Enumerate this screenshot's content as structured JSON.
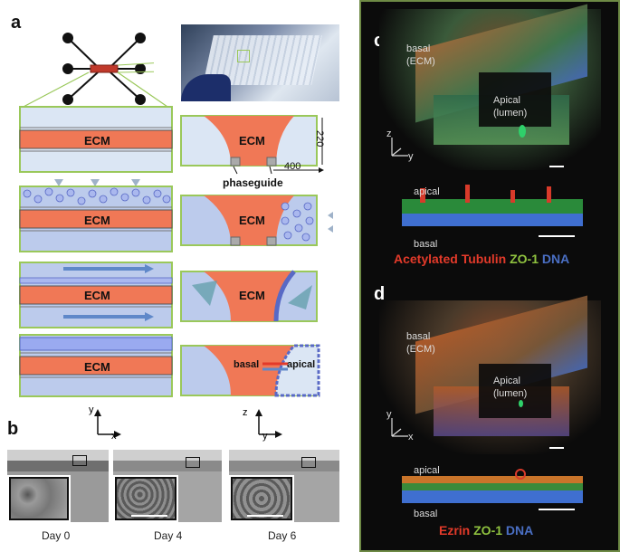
{
  "panels": {
    "a": "a",
    "b": "b",
    "c": "c",
    "d": "d"
  },
  "schematic": {
    "ecm": "ECM",
    "dim_height": "220",
    "dim_width": "400",
    "phaseguide": "phaseguide",
    "basal": "basal",
    "apical": "apical"
  },
  "axes_a": {
    "left_v": "y",
    "left_h": "x",
    "right_v": "z",
    "right_h": "y"
  },
  "panel_b": {
    "days": [
      "Day 0",
      "Day 4",
      "Day 6"
    ]
  },
  "panel_c": {
    "basal": "basal",
    "ecm": "(ECM)",
    "apical": "Apical",
    "lumen": "(lumen)",
    "axis_v": "z",
    "axis_h": "y",
    "sub_apical": "apical",
    "sub_basal": "basal",
    "stain1": "Acetylated Tubulin",
    "stain2": "ZO-1",
    "stain3": "DNA"
  },
  "panel_d": {
    "basal": "basal",
    "ecm": "(ECM)",
    "apical": "Apical",
    "lumen": "(lumen)",
    "axis_v": "y",
    "axis_h": "x",
    "sub_apical": "apical",
    "sub_basal": "basal",
    "stain1": "Ezrin",
    "stain2": "ZO-1",
    "stain3": "DNA"
  },
  "colors": {
    "ecm": "#f07856",
    "channel": "#c5d7ef",
    "cell": "#8fa8e8",
    "frame": "#9ac85a",
    "red": "#e33a2a",
    "green": "#8fc23f",
    "blue": "#4a6fc4"
  }
}
